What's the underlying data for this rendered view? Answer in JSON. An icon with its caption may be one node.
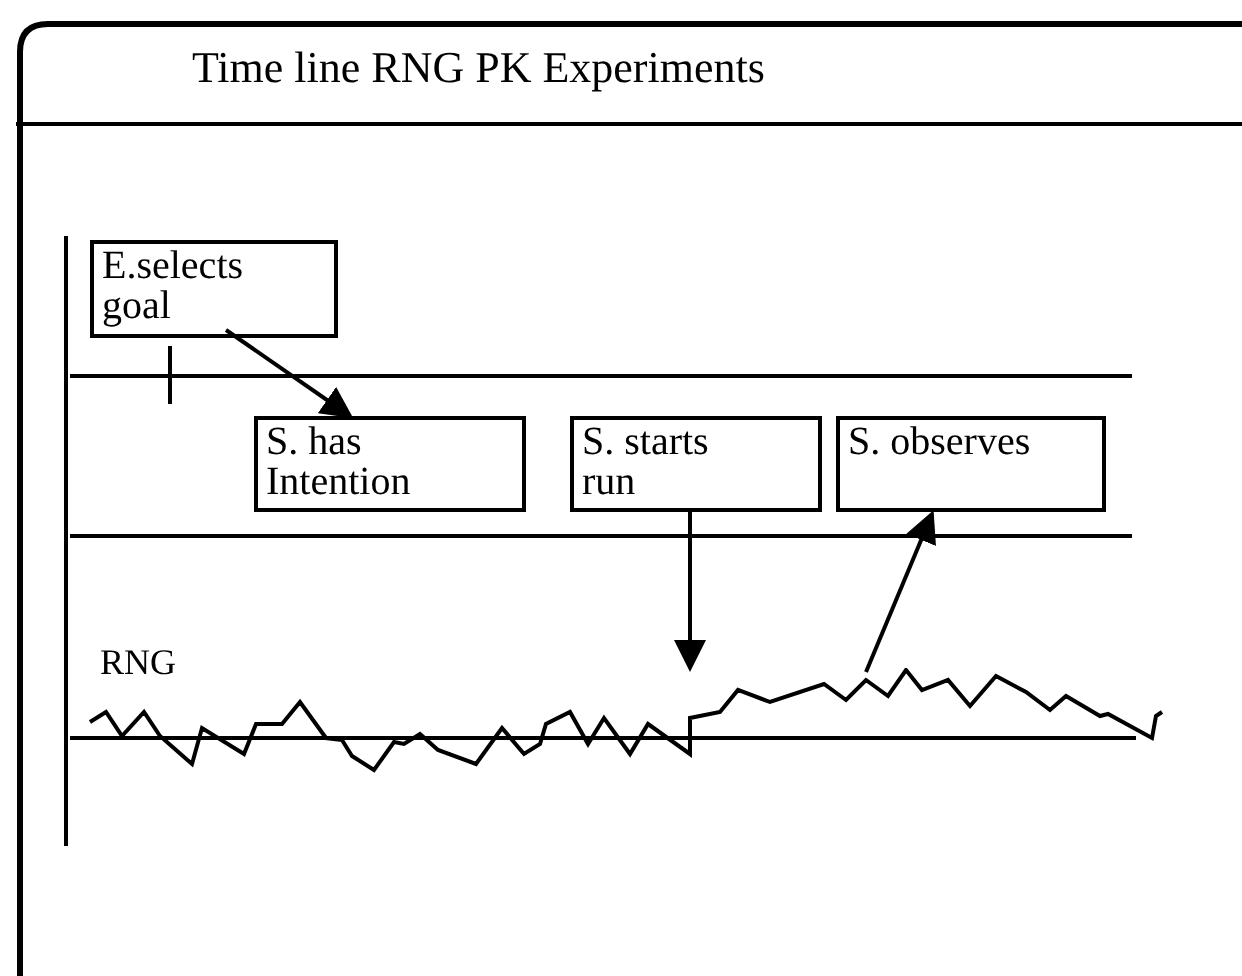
{
  "diagram": {
    "title": "Time line RNG PK Experiments",
    "nodes": [
      {
        "text": [
          "E.selects goal"
        ]
      },
      {
        "text": [
          "S. has Intention"
        ]
      },
      {
        "text": [
          "S. starts run"
        ]
      },
      {
        "text": [
          "S. observes"
        ]
      },
      {
        "text": [],
        "shape": "picture"
      }
    ],
    "edges": [
      {
        "from": 0,
        "to": 1,
        "arrow": "to"
      },
      {
        "from": 2,
        "to": 4,
        "arrow": "to"
      },
      {
        "from": 4,
        "to": 3,
        "arrow": "to"
      }
    ],
    "labels": [
      "RNG"
    ]
  }
}
